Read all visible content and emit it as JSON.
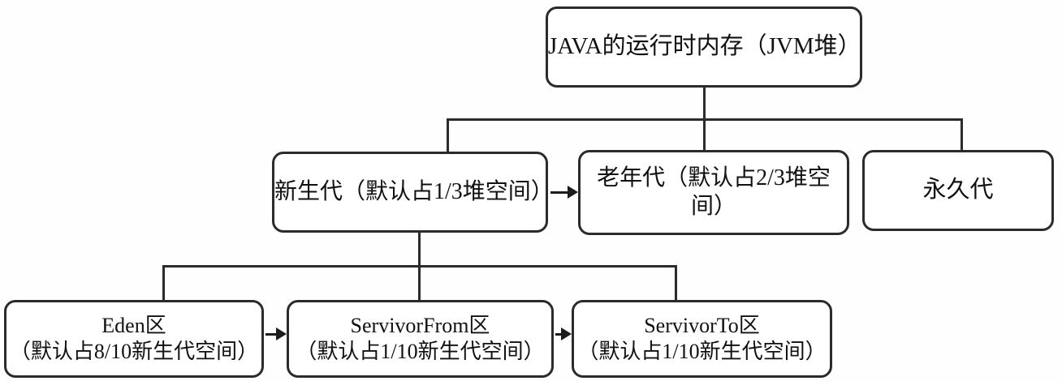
{
  "diagram": {
    "nodes": {
      "root": {
        "label": "JAVA的运行时内存（JVM堆）"
      },
      "young": {
        "label": "新生代（默认占1/3堆空间）"
      },
      "old": {
        "label": "老年代（默认占2/3堆空间）"
      },
      "perm": {
        "label": "永久代"
      },
      "eden": {
        "line1": "Eden区",
        "line2": "（默认占8/10新生代空间）"
      },
      "survivor_from": {
        "line1": "ServivorFrom区",
        "line2": "（默认占1/10新生代空间）"
      },
      "survivor_to": {
        "line1": "ServivorTo区",
        "line2": "（默认占1/10新生代空间）"
      }
    },
    "edges": {
      "hierarchy": [
        "root->young",
        "root->old",
        "root->perm",
        "young->eden",
        "young->survivor_from",
        "young->survivor_to"
      ],
      "flow_arrows": [
        "young->old",
        "eden->survivor_from",
        "survivor_from->survivor_to"
      ]
    },
    "colors": {
      "background": "#fefefe",
      "node_fill": "#ffffff",
      "node_border": "#2b2b2b",
      "connector": "#2b2b2b",
      "text": "#111111"
    }
  }
}
